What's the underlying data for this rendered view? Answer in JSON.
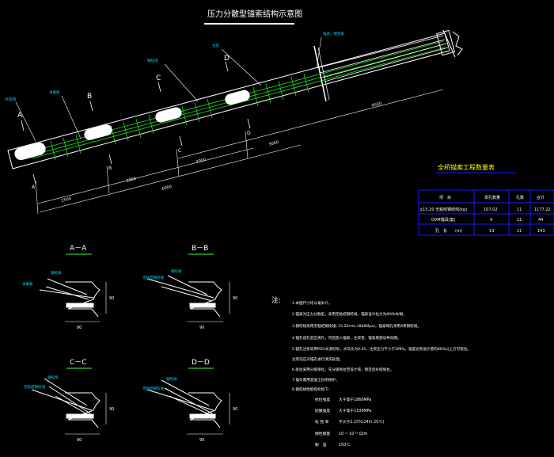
{
  "title": "压力分散型锚索结构示意图",
  "labels": {
    "anchor_head": "锚具、钢垫板",
    "grout": "注浆",
    "steel_strand": "钢绞线",
    "bearing_plate": "承载板",
    "sleeve": "PE套管"
  },
  "section_letters": [
    "A",
    "B",
    "C",
    "D"
  ],
  "sections": [
    {
      "title": "A－A",
      "dim_w": "90",
      "dim_h": "90",
      "callouts": [
        "钢绞线",
        "承载板"
      ]
    },
    {
      "title": "B－B",
      "dim_w": "90",
      "dim_h": "90",
      "callouts": [
        "无粘结钢绞线",
        "钢绞线"
      ]
    },
    {
      "title": "C－C",
      "dim_w": "90",
      "dim_h": "90",
      "callouts": [
        "无粘结钢绞线",
        "钢绞线"
      ]
    },
    {
      "title": "D－D",
      "dim_w": "90",
      "dim_h": "90",
      "callouts": [
        "无粘结钢绞线",
        "钢绞线"
      ]
    }
  ],
  "dimensions": {
    "d_total_upper": "9500",
    "d_3000": "3000",
    "d_2000a": "2000",
    "d_2000b": "2000",
    "d_6000": "6000",
    "d_2500": "2500"
  },
  "table": {
    "title": "全桥锚索工程数量表",
    "headers": [
      "项　目",
      "单孔数量",
      "孔数",
      "合计"
    ],
    "rows": [
      [
        "¢15.20 无粘结钢绞线(kg)",
        "107.02",
        "11",
        "1177.22"
      ],
      [
        "OVM锚具(套)",
        "4",
        "11",
        "44"
      ],
      [
        "孔　长　　(m)",
        "13",
        "11",
        "143"
      ]
    ]
  },
  "notes_header": "注:",
  "notes": [
    "1.本图尺寸均以毫米计。",
    "2.锚索为压力分散型，采用无粘结钢绞线，锚索设计拉力为600kN/根。",
    "3.钢绞线采用无粘结钢绞线( 15.20mm,1860Mpa)，锚索每孔采用4束钢绞线。",
    "4.锚孔成孔后应清孔，然后放入锚索、注浆管，锚索底部设导向帽。",
    "5.锚孔注浆采用M35水泥砂浆，水灰比为0.45，注浆压力不小于2MPa，强度达到设计值的80%以上方可张拉。",
    "   注浆前应对锚孔进行清洗处理。",
    "6.张拉采用分级张拉，先分级张拉至设计值，锁定后补偿张拉。",
    "7.锚头需用混凝土封闭保护。",
    "8.钢绞线性能指标如下："
  ],
  "specs": [
    {
      "k": "抗拉强度",
      "v": "大于等于1860MPa"
    },
    {
      "k": "屈服强度",
      "v": "大于等于1100MPa"
    },
    {
      "k": "松 弛 率",
      "v": "不大于2.15%(24hr 20℃)"
    },
    {
      "k": "弹性模量",
      "v": "10 ~ 10 ¹⁴ Ω/m"
    },
    {
      "k": "耐　温",
      "v": "150℃"
    }
  ]
}
